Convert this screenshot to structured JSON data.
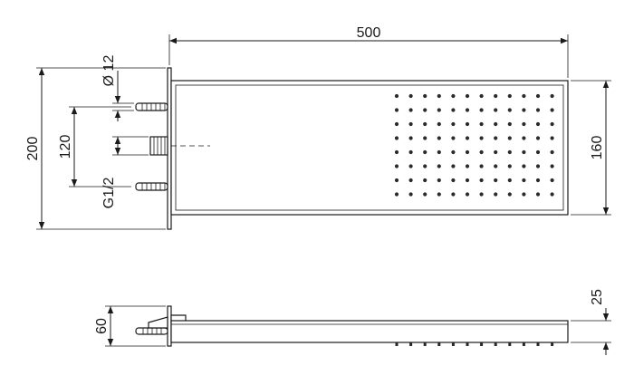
{
  "dimensions": {
    "length": "500",
    "total_height": "200",
    "panel_height": "160",
    "pipe_spacing": "120",
    "pipe_diameter": "Ø 12",
    "thread": "G1/2",
    "depth": "60",
    "panel_thickness": "25"
  },
  "nozzle_grid": {
    "rows": 8,
    "cols": 12
  },
  "colors": {
    "line": "#1a1a1a",
    "background": "#ffffff"
  }
}
